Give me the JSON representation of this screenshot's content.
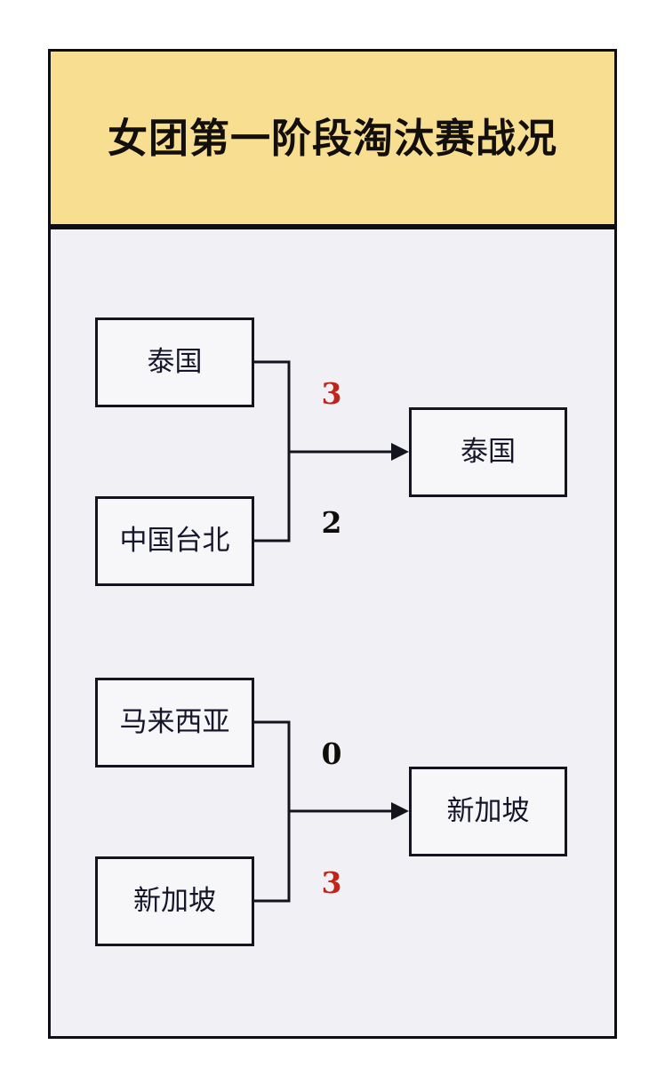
{
  "header": {
    "title": "女团第一阶段淘汰赛战况"
  },
  "colors": {
    "header_background": "#F7DE90",
    "panel_background": "#F0F0F5",
    "box_background": "#F7F7FA",
    "border": "#14141f",
    "winner_score": "#C0251B",
    "loser_score": "#100d08"
  },
  "bracket": {
    "matches": [
      {
        "id": "upper",
        "top_team": "泰国",
        "top_score": "3",
        "top_is_winner": true,
        "bottom_team": "中国台北",
        "bottom_score": "2",
        "bottom_is_winner": false,
        "winner": "泰国"
      },
      {
        "id": "lower",
        "top_team": "马来西亚",
        "top_score": "0",
        "top_is_winner": false,
        "bottom_team": "新加坡",
        "bottom_score": "3",
        "bottom_is_winner": true,
        "winner": "新加坡"
      }
    ]
  }
}
